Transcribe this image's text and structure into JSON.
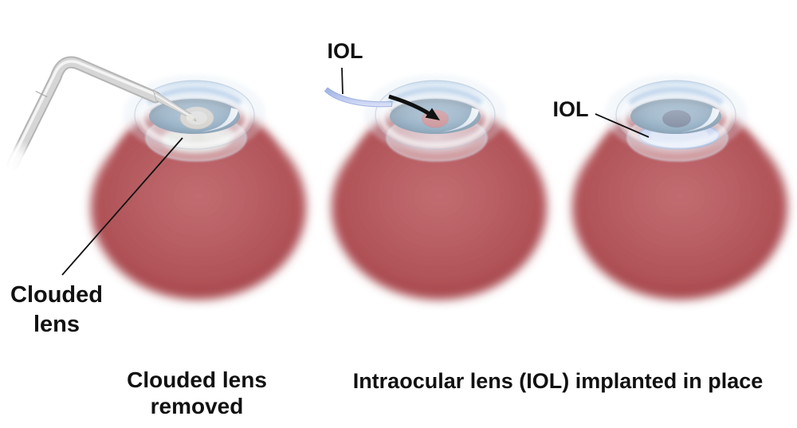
{
  "labels": {
    "left_callout_line1": "Clouded",
    "left_callout_line2": "lens",
    "middle_callout": "IOL",
    "right_callout": "IOL"
  },
  "captions": {
    "left_line1": "Clouded lens",
    "left_line2": "removed",
    "right": "Intraocular lens (IOL) implanted in place"
  },
  "colors": {
    "background": "#ffffff",
    "text": "#111111",
    "line": "#111111",
    "sclera_center": "#c26d71",
    "sclera_mid": "#b05257",
    "sclera_edge": "#9c3a40",
    "iris_blue": "#5d85a3",
    "iris_rim": "#30506a",
    "clouded_pupil": "#c8c2b7",
    "clouded_pupil_core": "#dad6cd",
    "clouded_lens_blob": "#eceadf",
    "red_reflex_pupil": "#bb5c60",
    "dark_pupil": "#42506f",
    "iol_fill_light": "#c9d3f2",
    "iol_edge": "#8da2d8",
    "cornea_tint": "#b3cbe8",
    "instrument_gray": "#d6d6d6"
  }
}
